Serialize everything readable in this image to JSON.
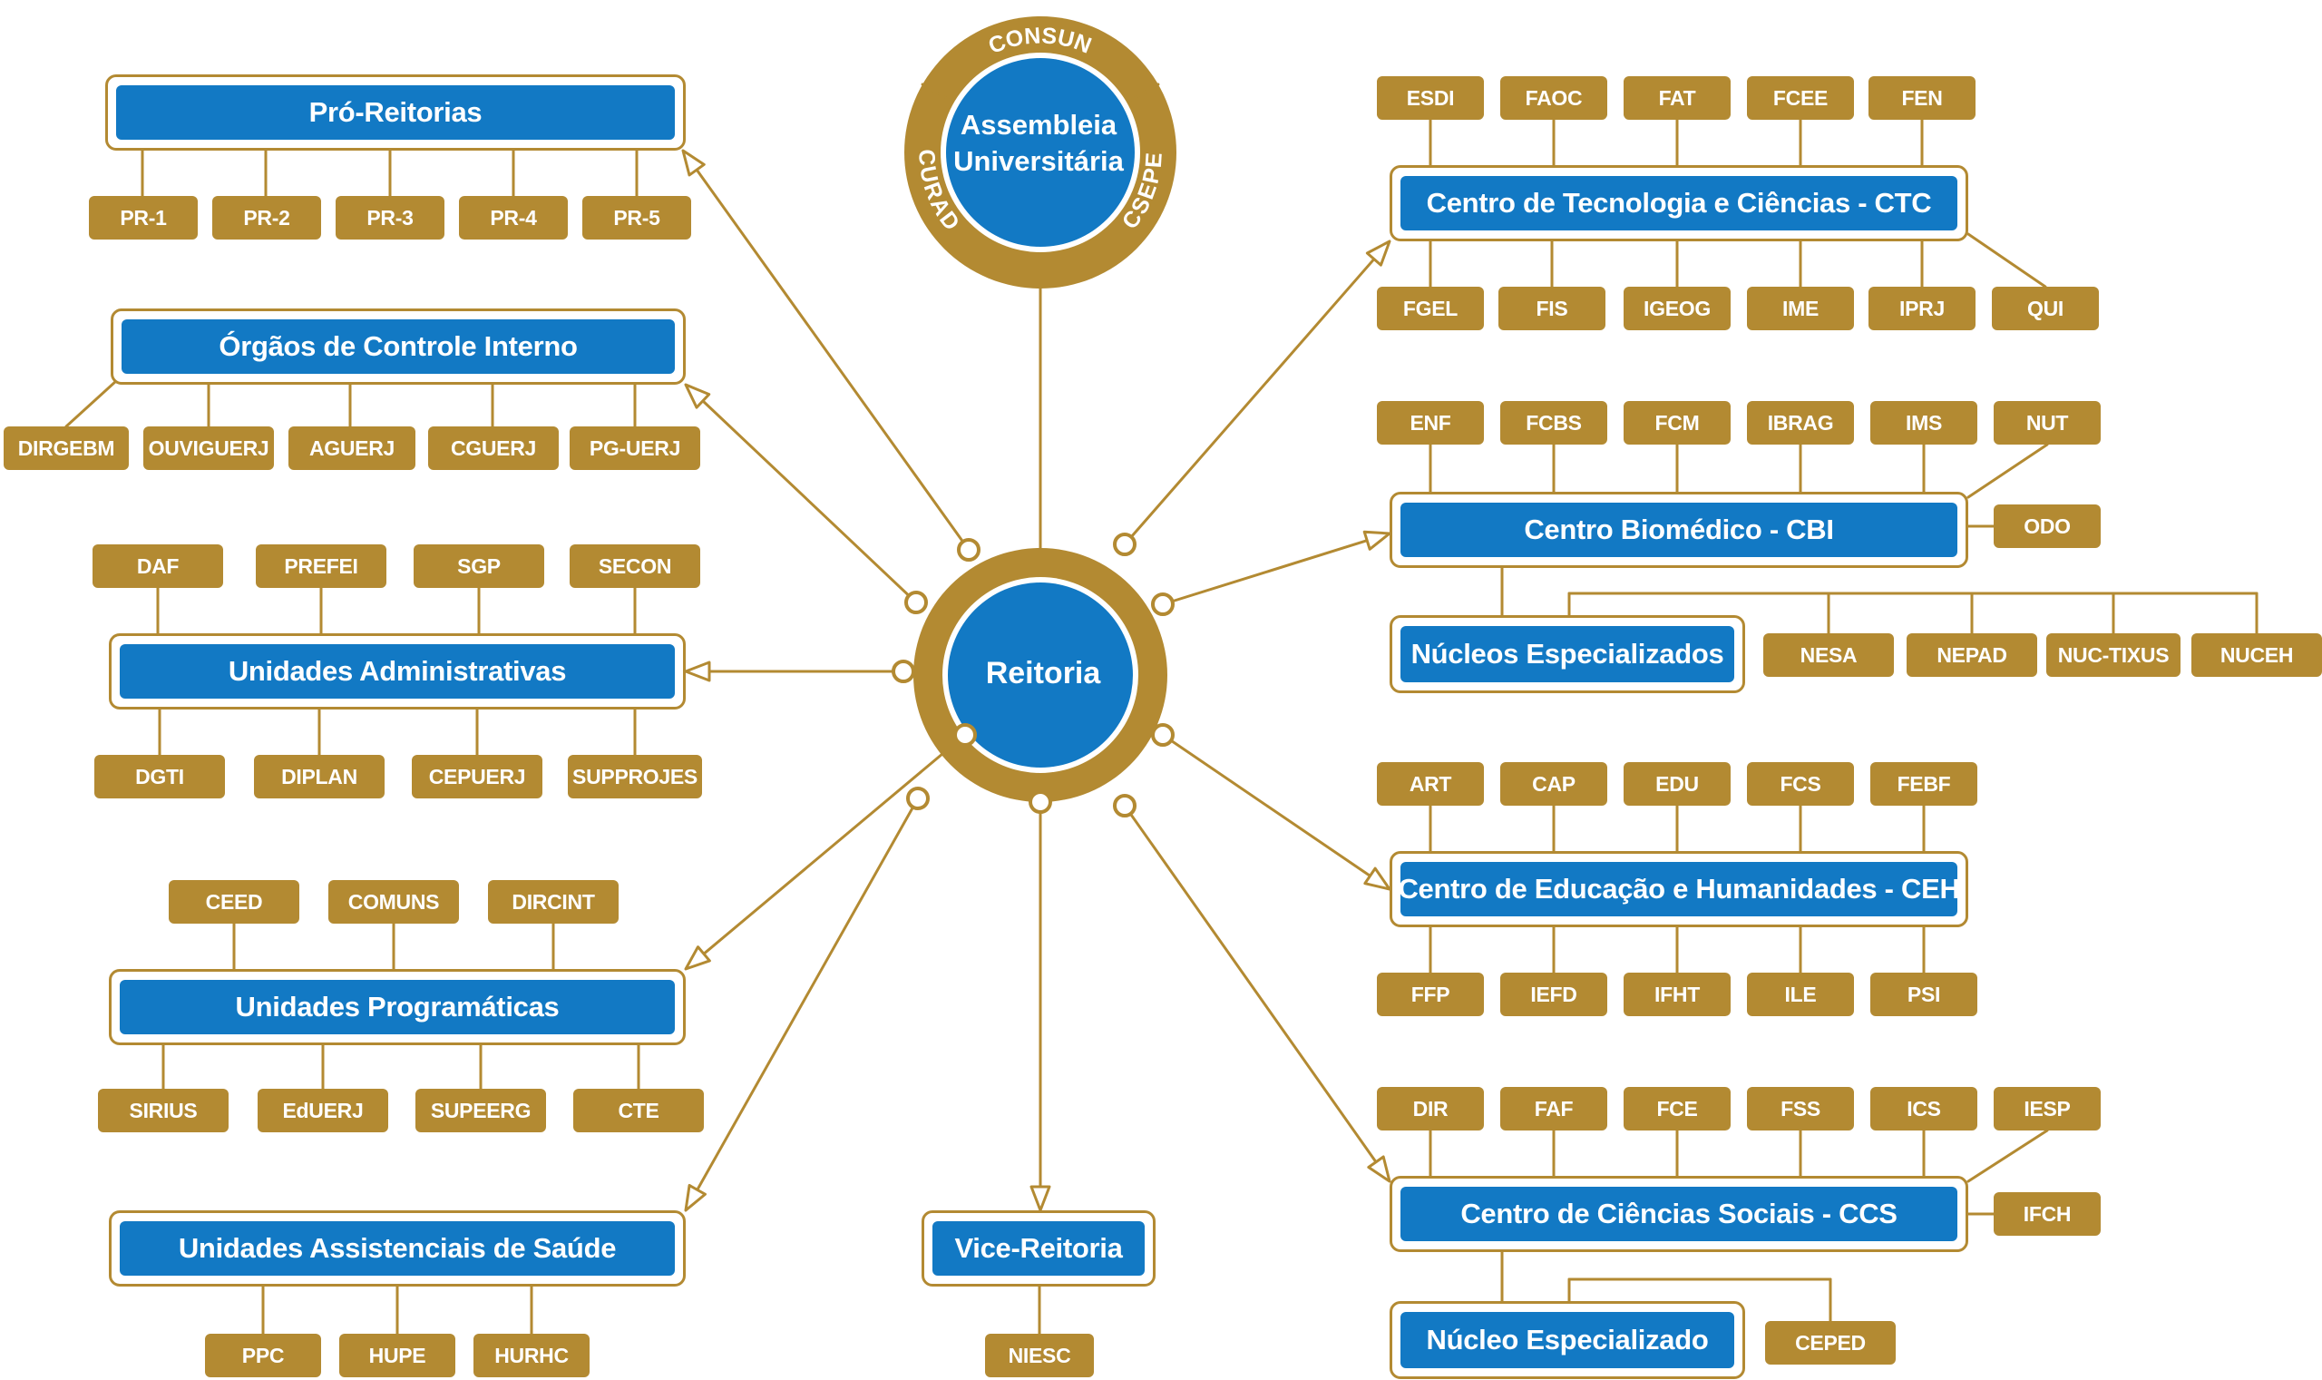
{
  "colors": {
    "gold": "#b38a32",
    "blue": "#1279c4",
    "white": "#ffffff"
  },
  "hub": {
    "label": "Reitoria"
  },
  "councils": {
    "center": [
      "Assembleia",
      "Universitária"
    ],
    "ring": {
      "top": "CONSUN",
      "left": "CURAD",
      "right": "CSEPE"
    }
  },
  "vice": {
    "label": "Vice-Reitoria",
    "items": [
      "NIESC"
    ]
  },
  "left_groups": [
    {
      "id": "pro-reitorias",
      "label": "Pró-Reitorias",
      "top_items": [],
      "bottom_items": [
        "PR-1",
        "PR-2",
        "PR-3",
        "PR-4",
        "PR-5"
      ]
    },
    {
      "id": "orgaos-controle",
      "label": "Órgãos de Controle Interno",
      "top_items": [],
      "bottom_items": [
        "DIRGEBM",
        "OUVIGUERJ",
        "AGUERJ",
        "CGUERJ",
        "PG-UERJ"
      ]
    },
    {
      "id": "unidades-administrativas",
      "label": "Unidades Administrativas",
      "top_items": [
        "DAF",
        "PREFEI",
        "SGP",
        "SECON"
      ],
      "bottom_items": [
        "DGTI",
        "DIPLAN",
        "CEPUERJ",
        "SUPPROJES"
      ]
    },
    {
      "id": "unidades-programaticas",
      "label": "Unidades Programáticas",
      "top_items": [
        "CEED",
        "COMUNS",
        "DIRCINT"
      ],
      "bottom_items": [
        "SIRIUS",
        "EdUERJ",
        "SUPEERG",
        "CTE"
      ]
    },
    {
      "id": "unidades-saude",
      "label": "Unidades Assistenciais de Saúde",
      "top_items": [],
      "bottom_items": [
        "PPC",
        "HUPE",
        "HURHC"
      ]
    }
  ],
  "right_groups": [
    {
      "id": "ctc",
      "label": "Centro de Tecnologia e Ciências - CTC",
      "top_items": [
        "ESDI",
        "FAOC",
        "FAT",
        "FCEE",
        "FEN"
      ],
      "bottom_items": [
        "FGEL",
        "FIS",
        "IGEOG",
        "IME",
        "IPRJ",
        "QUI"
      ]
    },
    {
      "id": "cbi",
      "label": "Centro Biomédico - CBI",
      "top_items": [
        "ENF",
        "FCBS",
        "FCM",
        "IBRAG",
        "IMS",
        "NUT"
      ],
      "side_items": [
        "ODO"
      ],
      "nucleo": {
        "label": "Núcleos Especializados",
        "items": [
          "NESA",
          "NEPAD",
          "NUC-TIXUS",
          "NUCEH"
        ]
      }
    },
    {
      "id": "ceh",
      "label": "Centro de Educação e Humanidades - CEH",
      "top_items": [
        "ART",
        "CAP",
        "EDU",
        "FCS",
        "FEBF"
      ],
      "bottom_items": [
        "FFP",
        "IEFD",
        "IFHT",
        "ILE",
        "PSI"
      ]
    },
    {
      "id": "ccs",
      "label": "Centro de Ciências Sociais - CCS",
      "top_items": [
        "DIR",
        "FAF",
        "FCE",
        "FSS",
        "ICS",
        "IESP"
      ],
      "side_items": [
        "IFCH"
      ],
      "nucleo": {
        "label": "Núcleo Especializado",
        "items": [
          "CEPED"
        ]
      }
    }
  ]
}
